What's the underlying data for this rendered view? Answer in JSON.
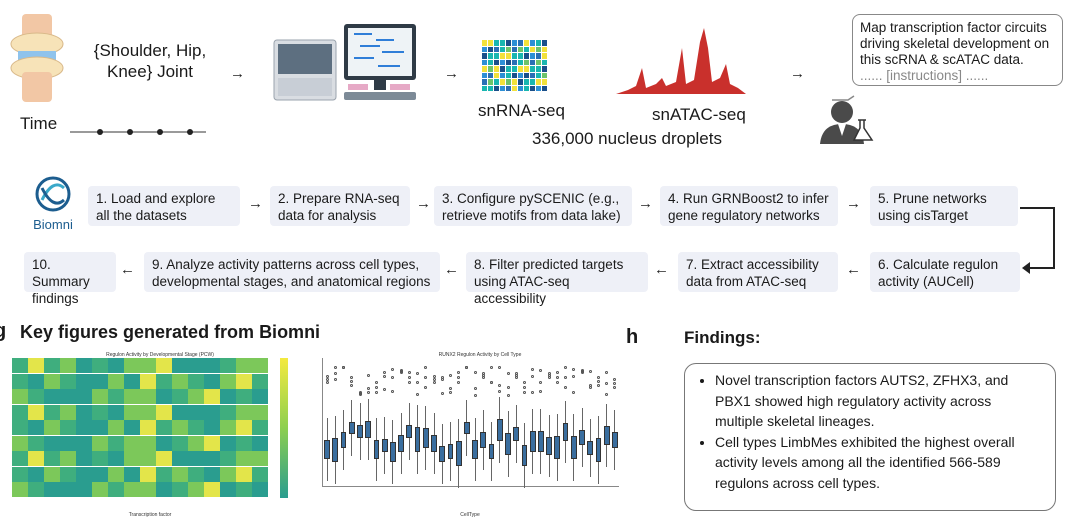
{
  "input": {
    "joint_label_line1": "{Shoulder, Hip,",
    "joint_label_line2": "Knee} Joint",
    "time_label": "Time"
  },
  "assays": {
    "snrna": "snRNA-seq",
    "snatac": "snATAC-seq",
    "droplets": "336,000 nucleus droplets"
  },
  "prompt": {
    "line1": "Map transcription factor circuits",
    "line2": "driving skeletal development on",
    "line3": "this scRNA & scATAC data.",
    "line4": "...... [instructions] ......"
  },
  "logo_text": "Biomni",
  "steps": [
    {
      "label": "1. Load and explore all the datasets"
    },
    {
      "label": "2. Prepare RNA-seq data for analysis"
    },
    {
      "label": "3. Configure pySCENIC (e.g., retrieve motifs from data lake)"
    },
    {
      "label": "4. Run GRNBoost2 to infer gene regulatory networks"
    },
    {
      "label": "5. Prune networks using cisTarget"
    },
    {
      "label": "6. Calculate regulon activity (AUCell)"
    },
    {
      "label": "7. Extract accessibility data from ATAC-seq"
    },
    {
      "label": "8. Filter predicted targets using ATAC-seq accessibility"
    },
    {
      "label": "9. Analyze activity patterns across cell types, developmental stages, and anatomical regions"
    },
    {
      "label": "10. Summary findings"
    }
  ],
  "figures": {
    "panel_letter": "g",
    "title": "Key figures generated from Biomni",
    "heatmap_title": "Regulon Activity by Developmental Stage (PCW)",
    "heatmap_xlabel": "Transcription factor",
    "boxplot_title": "RUNX2 Regulon Activity by Cell Type",
    "boxplot_xlabel": "CellType"
  },
  "findings": {
    "panel_letter": "h",
    "title": "Findings:",
    "items": [
      "Novel transcription factors AUTS2, ZFHX3, and PBX1 showed high regulatory activity across multiple skeletal lineages.",
      "Cell types LimbMes exhibited the highest overall activity levels among all the identified 566-589 regulons across cell types."
    ]
  },
  "colors": {
    "step_bg": "#eef0f7",
    "atac_red": "#c9302c",
    "box_blue": "#3a6e9f",
    "heat_low": "#2a9d8f",
    "heat_high": "#e9e445"
  }
}
